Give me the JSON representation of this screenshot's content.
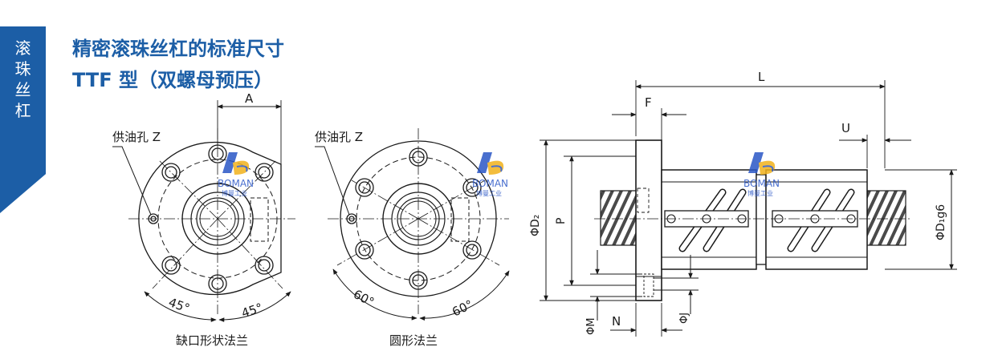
{
  "side_tab": {
    "chars": [
      "滚",
      "珠",
      "丝",
      "杠"
    ]
  },
  "title": "精密滚珠丝杠的标准尺寸",
  "subtitle": "TTF 型（双螺母预压）",
  "left_view": {
    "oil_hole_label": "供油孔 Z",
    "dim_a": "A",
    "angle_left": "45°",
    "angle_right": "45°",
    "caption": "缺口形状法兰"
  },
  "middle_view": {
    "oil_hole_label": "供油孔 Z",
    "angle_left": "60°",
    "angle_right": "60°",
    "caption": "圆形法兰"
  },
  "side_view": {
    "dim_l": "L",
    "dim_f": "F",
    "dim_u": "U",
    "dim_d2": "ΦD₂",
    "dim_p": "P",
    "dim_d1": "ΦD₁g6",
    "dim_m": "ΦM",
    "dim_n": "N",
    "dim_j": "ΦJ"
  },
  "watermark": {
    "brand": "BOMAN",
    "subtext": "博曼工业"
  },
  "colors": {
    "accent": "#1c5ea6",
    "line": "#1a1a1a",
    "watermark_blue": "#2a56c6",
    "watermark_yellow": "#f2b21c"
  }
}
